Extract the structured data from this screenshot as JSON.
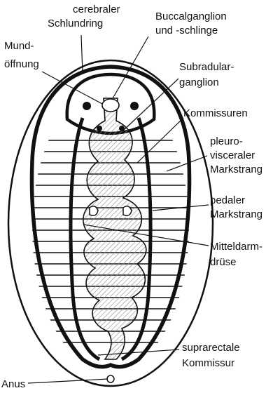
{
  "colors": {
    "ink": "#111111",
    "background": "#ffffff",
    "hatch": "#8a8a8a"
  },
  "labels": {
    "cerebral_1": "cerebraler",
    "cerebral_2": "Schlundring",
    "buccal_1": "Buccalganglion",
    "buccal_2": "und -schlinge",
    "mund_1": "Mund-",
    "mund_2": "öffnung",
    "subradular_1": "Subradular-",
    "subradular_2": "ganglion",
    "kommissuren": "Kommissuren",
    "pleuro_1": "pleuro-",
    "pleuro_2": "visceraler",
    "pleuro_3": "Markstrang",
    "pedal_1": "pedaler",
    "pedal_2": "Markstrang",
    "mittel_1": "Mitteldarm-",
    "mittel_2": "drüse",
    "supra_1": "suprarectale",
    "supra_2": "Kommissur",
    "anus": "Anus"
  }
}
